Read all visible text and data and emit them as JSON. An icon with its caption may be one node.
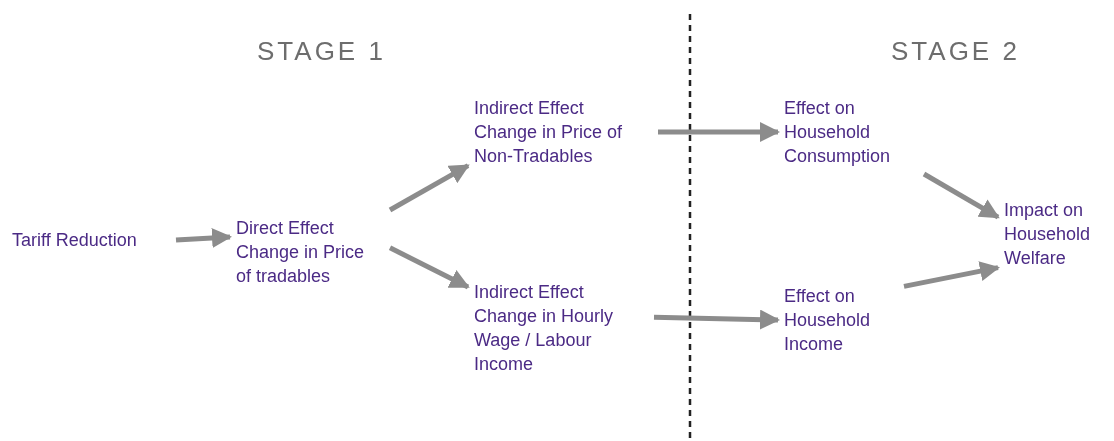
{
  "diagram": {
    "nodes": [
      {
        "text": [
          "Tariff Reduction"
        ]
      },
      {
        "text": [
          "Direct Effect",
          "Change in Price of tradables"
        ]
      },
      {
        "text": [
          "Indirect Effect",
          "Change in Price of Non-Tradables"
        ]
      },
      {
        "text": [
          "Indirect Effect",
          "Change in Hourly Wage / Labour Income"
        ]
      },
      {
        "text": [
          "Effect on Household Consumption"
        ]
      },
      {
        "text": [
          "Effect on Household Income"
        ]
      },
      {
        "text": [
          "Impact on Household Welfare"
        ]
      }
    ],
    "edges": [
      {
        "from": 0,
        "to": 1,
        "arrow": "to"
      },
      {
        "from": 1,
        "to": 2,
        "arrow": "to"
      },
      {
        "from": 1,
        "to": 3,
        "arrow": "to"
      },
      {
        "from": 2,
        "to": 4,
        "arrow": "to"
      },
      {
        "from": 3,
        "to": 5,
        "arrow": "to"
      },
      {
        "from": 4,
        "to": 6,
        "arrow": "to"
      },
      {
        "from": 5,
        "to": 6,
        "arrow": "to"
      }
    ],
    "labels": [
      "STAGE 1",
      "STAGE 2"
    ]
  }
}
